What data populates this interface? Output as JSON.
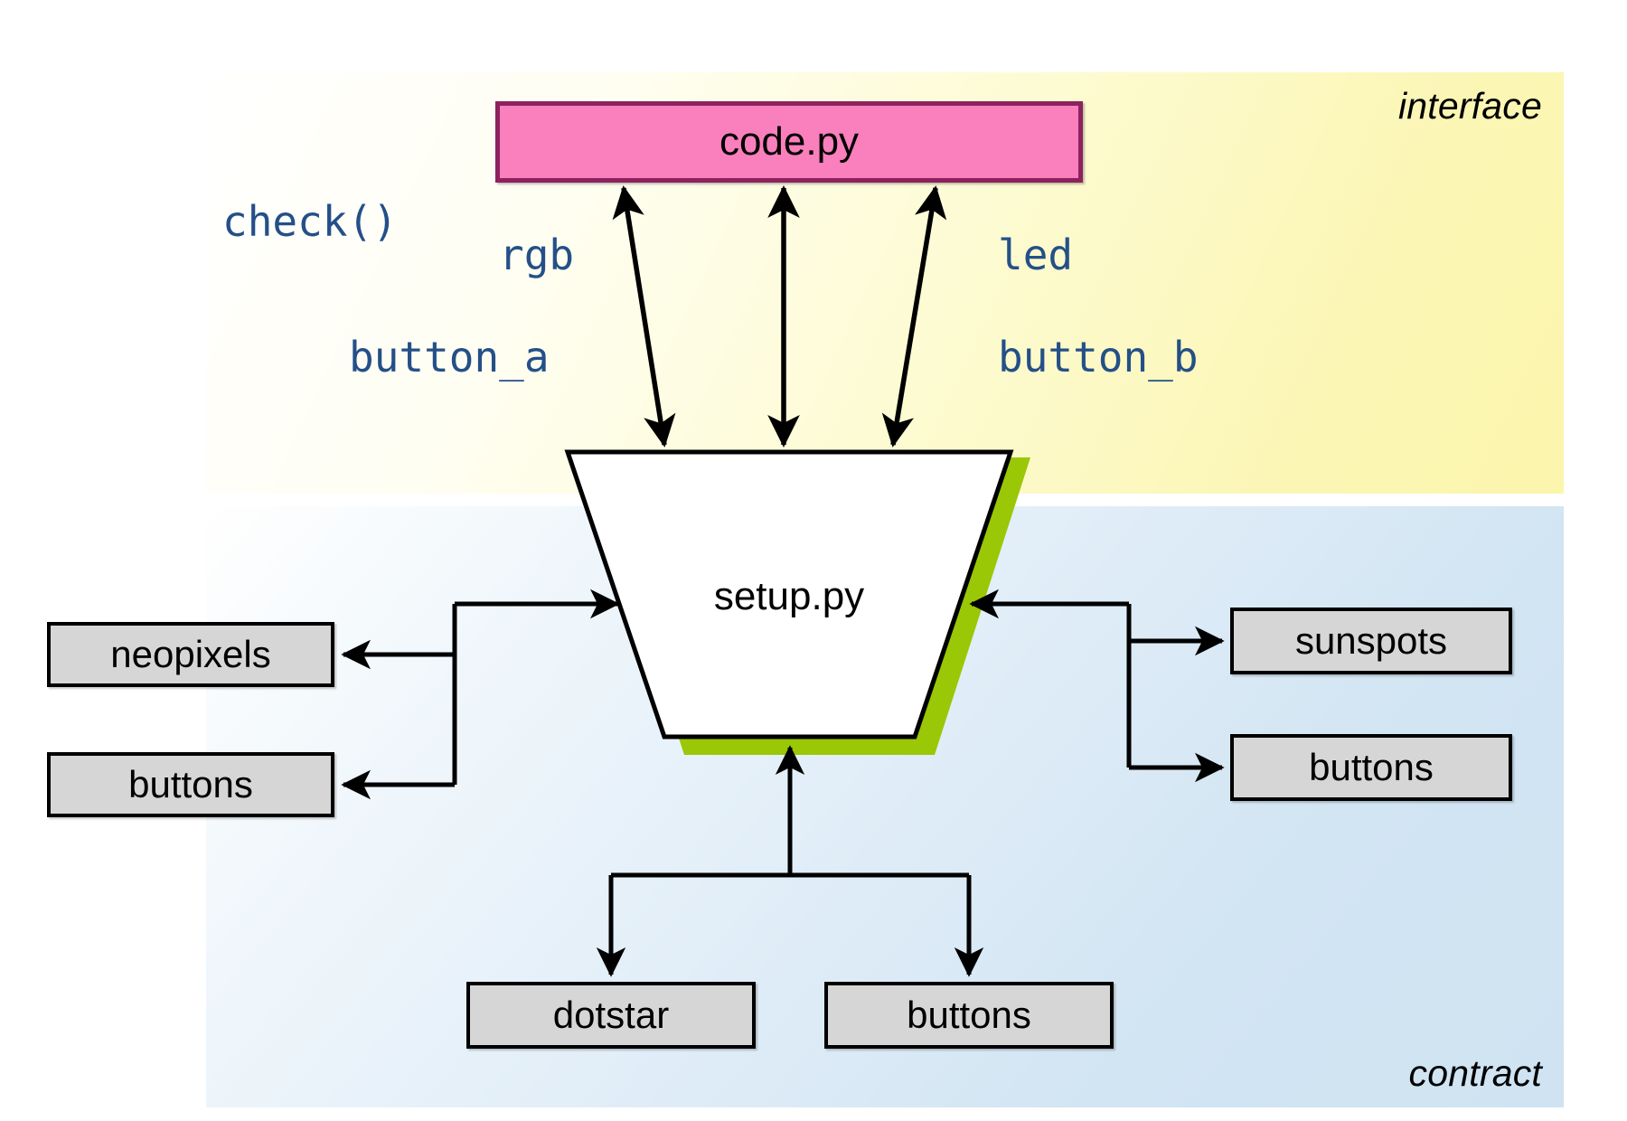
{
  "zones": {
    "interface": {
      "label": "interface",
      "bg_start": "#ffffff",
      "bg_end": "#fbf5ad"
    },
    "contract": {
      "label": "contract",
      "bg_start": "#ffffff",
      "bg_end": "#cfe3f2"
    }
  },
  "nodes": {
    "code": {
      "label": "code.py",
      "fill": "#f97fbd",
      "stroke": "#8d225f"
    },
    "setup": {
      "label": "setup.py",
      "fill": "#ffffff",
      "stroke": "#000000",
      "shadow": "#9ac706"
    },
    "neopixels": {
      "label": "neopixels",
      "fill": "#d6d6d6",
      "stroke": "#000000"
    },
    "buttons_left": {
      "label": "buttons",
      "fill": "#d6d6d6",
      "stroke": "#000000"
    },
    "sunspots": {
      "label": "sunspots",
      "fill": "#d6d6d6",
      "stroke": "#000000"
    },
    "buttons_right": {
      "label": "buttons",
      "fill": "#d6d6d6",
      "stroke": "#000000"
    },
    "dotstar": {
      "label": "dotstar",
      "fill": "#d6d6d6",
      "stroke": "#000000"
    },
    "buttons_bottom": {
      "label": "buttons",
      "fill": "#d6d6d6",
      "stroke": "#000000"
    }
  },
  "signals": {
    "color": "#245088",
    "check": "check()",
    "rgb": "rgb",
    "button_a": "button_a",
    "led": "led",
    "button_b": "button_b"
  },
  "chart_data": {
    "type": "diagram",
    "title": "code.py / setup.py interface-contract diagram",
    "zones": [
      {
        "name": "interface",
        "members": [
          "code.py",
          "setup.py"
        ]
      },
      {
        "name": "contract",
        "members": [
          "neopixels",
          "buttons",
          "sunspots",
          "buttons",
          "dotstar",
          "buttons"
        ]
      }
    ],
    "edges": [
      {
        "from": "code.py",
        "to": "setup.py",
        "direction": "bidirectional",
        "label": "rgb / button_a"
      },
      {
        "from": "code.py",
        "to": "setup.py",
        "direction": "bidirectional",
        "label": "check()"
      },
      {
        "from": "code.py",
        "to": "setup.py",
        "direction": "bidirectional",
        "label": "led / button_b"
      },
      {
        "from": "setup.py",
        "to": "neopixels",
        "direction": "out"
      },
      {
        "from": "setup.py",
        "to": "buttons (left)",
        "direction": "out"
      },
      {
        "from": "setup.py",
        "to": "sunspots",
        "direction": "out"
      },
      {
        "from": "setup.py",
        "to": "buttons (right)",
        "direction": "out"
      },
      {
        "from": "dotstar",
        "to": "setup.py",
        "direction": "in"
      },
      {
        "from": "buttons (bottom)",
        "to": "setup.py",
        "direction": "in"
      }
    ]
  }
}
